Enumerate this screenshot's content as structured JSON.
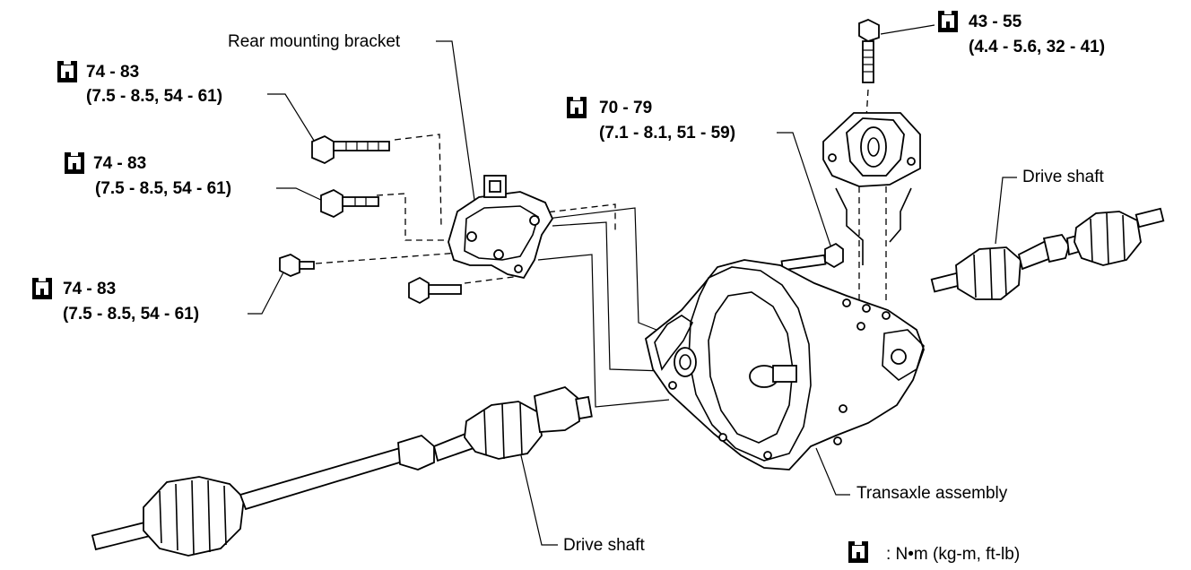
{
  "labels": {
    "rear_mounting_bracket": "Rear mounting bracket",
    "drive_shaft_right": "Drive shaft",
    "drive_shaft_left": "Drive shaft",
    "transaxle_assembly": "Transaxle assembly"
  },
  "torques": {
    "top_left": {
      "range": "74 - 83",
      "detail": "(7.5 - 8.5, 54 - 61)"
    },
    "mid_left": {
      "range": "74 - 83",
      "detail": "(7.5 - 8.5, 54 - 61)"
    },
    "low_left": {
      "range": "74 - 83",
      "detail": "(7.5 - 8.5, 54 - 61)"
    },
    "center": {
      "range": "70 - 79",
      "detail": "(7.1 - 8.1, 51 - 59)"
    },
    "top_right": {
      "range": "43 - 55",
      "detail": "(4.4 - 5.6, 32 - 41)"
    }
  },
  "legend": {
    "text": ":  N•m  (kg-m,  ft-lb)"
  },
  "icons": {
    "torque": "torque-wrench-icon"
  }
}
